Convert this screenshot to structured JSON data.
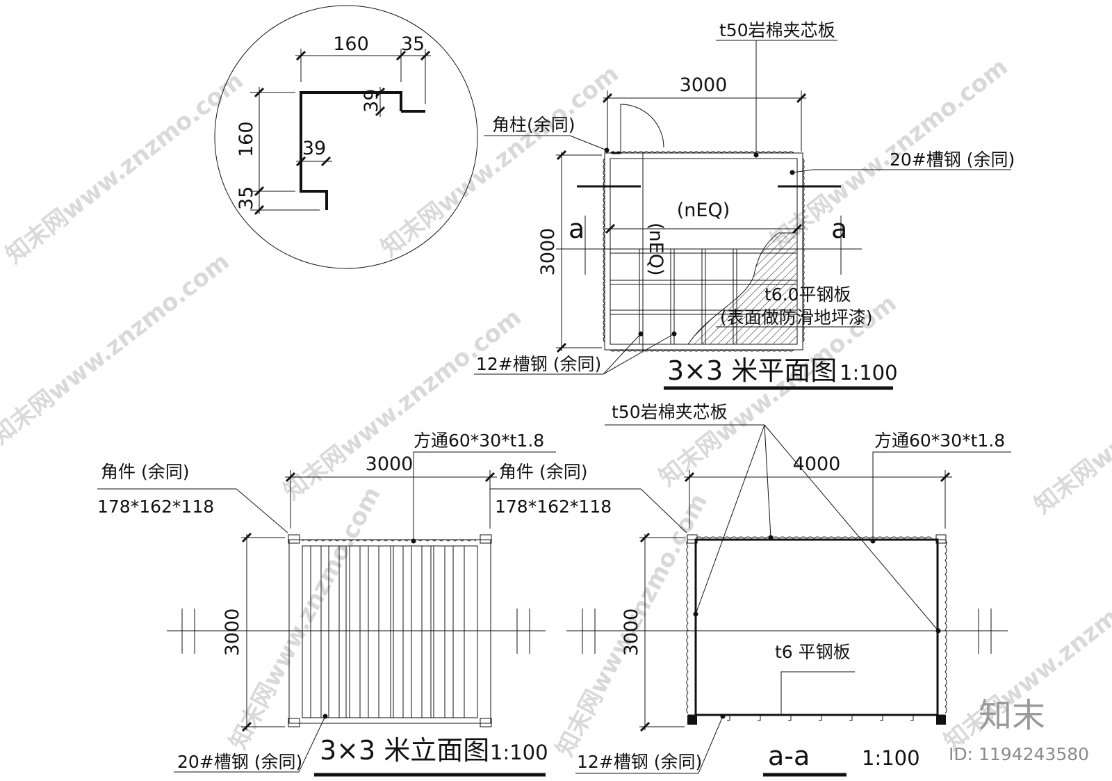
{
  "detail": {
    "dim_width": "160",
    "dim_flange": "35",
    "dim_inner_h": "39",
    "dim_height": "160",
    "dim_bottom": "35",
    "dim_inner_w": "39"
  },
  "plan": {
    "label_panel": "t50岩棉夹芯板",
    "dim_width": "3000",
    "label_corner_post": "角柱(余同)",
    "label_channel20": "20#槽钢 (余同)",
    "label_neq_h": "(nEQ)",
    "label_neq_v": "(nEQ)",
    "section_mark_left": "a",
    "section_mark_right": "a",
    "dim_height": "3000",
    "label_plate_1": "t6.0平钢板",
    "label_plate_2": "(表面做防滑地坪漆)",
    "label_channel12": "12#槽钢 (余同)",
    "title": "3×3 米平面图",
    "scale": "1:100"
  },
  "elevation": {
    "label_tube": "方通60*30*t1.8",
    "dim_width": "3000",
    "label_corner_1": "角件 (余同)",
    "label_corner_2": "178*162*118",
    "dim_height": "3000",
    "label_channel20": "20#槽钢 (余同)",
    "title": "3×3 米立面图",
    "scale": "1:100"
  },
  "section": {
    "label_panel": "t50岩棉夹芯板",
    "label_tube": "方通60*30*t1.8",
    "dim_width": "4000",
    "label_corner_1": "角件 (余同)",
    "label_corner_2": "178*162*118",
    "dim_height": "3000",
    "label_plate": "t6 平钢板",
    "label_channel12": "12#槽钢 (余同)",
    "title": "a-a",
    "scale": "1:100"
  },
  "watermark": {
    "text": "知末网www.znzmo.com",
    "brand": "知末",
    "id": "ID: 1194243580"
  }
}
